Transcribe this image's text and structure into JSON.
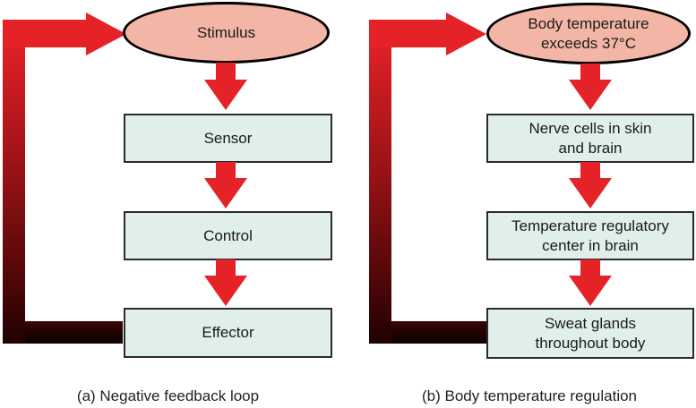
{
  "figure": {
    "panel_a": {
      "caption": "(a) Negative feedback loop",
      "stimulus": "Stimulus",
      "sensor": "Sensor",
      "control": "Control",
      "effector": "Effector"
    },
    "panel_b": {
      "caption": "(b) Body temperature regulation",
      "stimulus": "Body temperature\nexceeds 37°C",
      "sensor": "Nerve cells in skin\nand brain",
      "control": "Temperature regulatory\ncenter in brain",
      "effector": "Sweat glands\nthroughout body"
    },
    "colors": {
      "arrow_red": "#e62229",
      "feedback_dark": "#1c0202",
      "ellipse_fill": "#f3b6a6",
      "box_fill": "#e0efec"
    }
  }
}
